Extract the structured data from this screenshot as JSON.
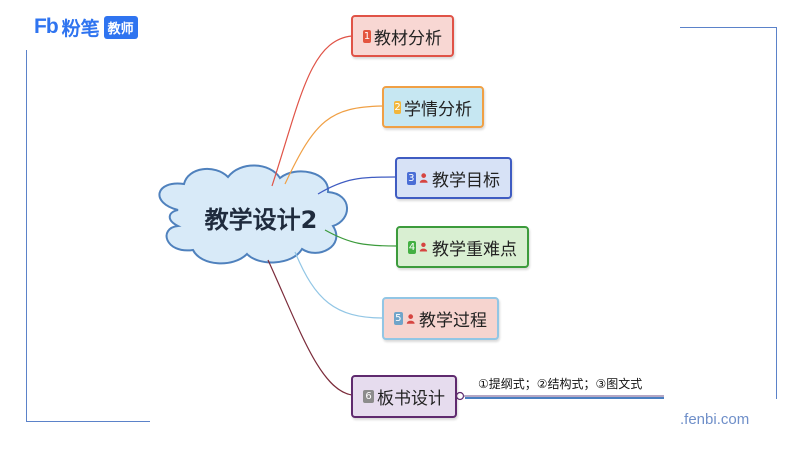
{
  "logo": {
    "mark": "Fb",
    "text": "粉笔",
    "badge": "教师"
  },
  "center": {
    "label": "教学设计2"
  },
  "branches": [
    {
      "num": "1",
      "label": "教材分析",
      "has_person_icon": false,
      "fill": "#F8D7D3",
      "border": "#E05347",
      "num_color": "#E4553F"
    },
    {
      "num": "2",
      "label": "学情分析",
      "has_person_icon": false,
      "fill": "#C6E7F2",
      "border": "#F0A045",
      "num_color": "#F2B63B"
    },
    {
      "num": "3",
      "label": "教学目标",
      "has_person_icon": true,
      "fill": "#D7E2F6",
      "border": "#3F5CC2",
      "num_color": "#4A6ED6"
    },
    {
      "num": "4",
      "label": "教学重难点",
      "has_person_icon": true,
      "fill": "#D9EFD2",
      "border": "#3C9B3C",
      "num_color": "#43B043"
    },
    {
      "num": "5",
      "label": "教学过程",
      "has_person_icon": true,
      "fill": "#F6D4CF",
      "border": "#92C6E5",
      "num_color": "#6FA4C9"
    },
    {
      "num": "6",
      "label": "板书设计",
      "has_person_icon": false,
      "fill": "#E6DCEE",
      "border": "#5F2A6E",
      "num_color": "#8C8C8C"
    }
  ],
  "sub_note": "①提纲式；②结构式；③图文式",
  "watermark": ".fenbi.com",
  "colors": {
    "brand": "#2F74F0",
    "frame": "#5B82C9",
    "cloud_fill": "#D8EAF8",
    "cloud_stroke": "#4F81BD",
    "person": "#D64541"
  }
}
